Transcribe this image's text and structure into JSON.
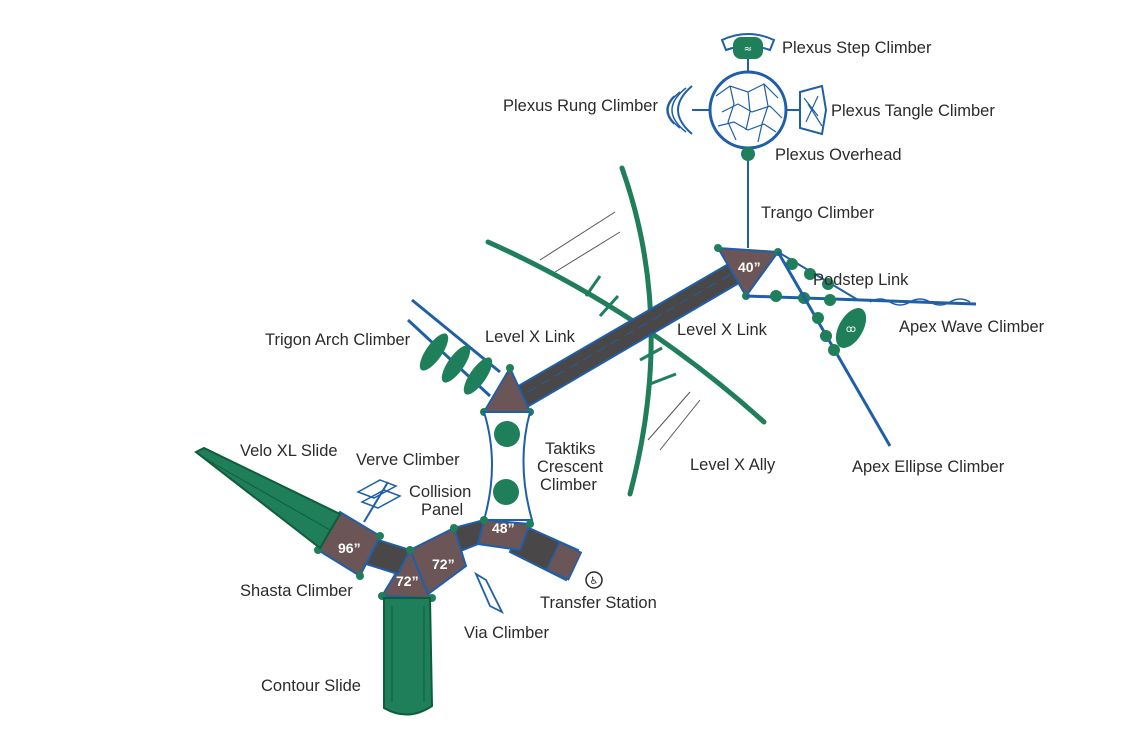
{
  "colors": {
    "green": "#1f7f5a",
    "green_dark": "#0f5c3f",
    "blue": "#1f5fa8",
    "deck": "#6b5556",
    "text": "#2b2b2b",
    "bg": "#ffffff"
  },
  "labels": {
    "plexus_step": "Plexus Step Climber",
    "plexus_rung": "Plexus Rung Climber",
    "plexus_tangle": "Plexus Tangle Climber",
    "plexus_overhead": "Plexus Overhead",
    "trango": "Trango Climber",
    "podstep": "Podstep Link",
    "apex_wave": "Apex Wave Climber",
    "apex_ellipse": "Apex Ellipse Climber",
    "level_x_link_right": "Level X Link",
    "level_x_link_left": "Level X Link",
    "trigon": "Trigon Arch Climber",
    "level_x_ally": "Level X Ally",
    "taktiks_1": "Taktiks",
    "taktiks_2": "Crescent",
    "taktiks_3": "Climber",
    "velo": "Velo XL Slide",
    "verve": "Verve Climber",
    "collision_1": "Collision",
    "collision_2": "Panel",
    "shasta": "Shasta Climber",
    "transfer": "Transfer Station",
    "via": "Via Climber",
    "contour": "Contour Slide"
  },
  "decks": {
    "d40": "40”",
    "d96": "96”",
    "d72a": "72”",
    "d72b": "72”",
    "d48": "48”"
  },
  "icons": {
    "accessibility": "wheelchair-icon"
  }
}
